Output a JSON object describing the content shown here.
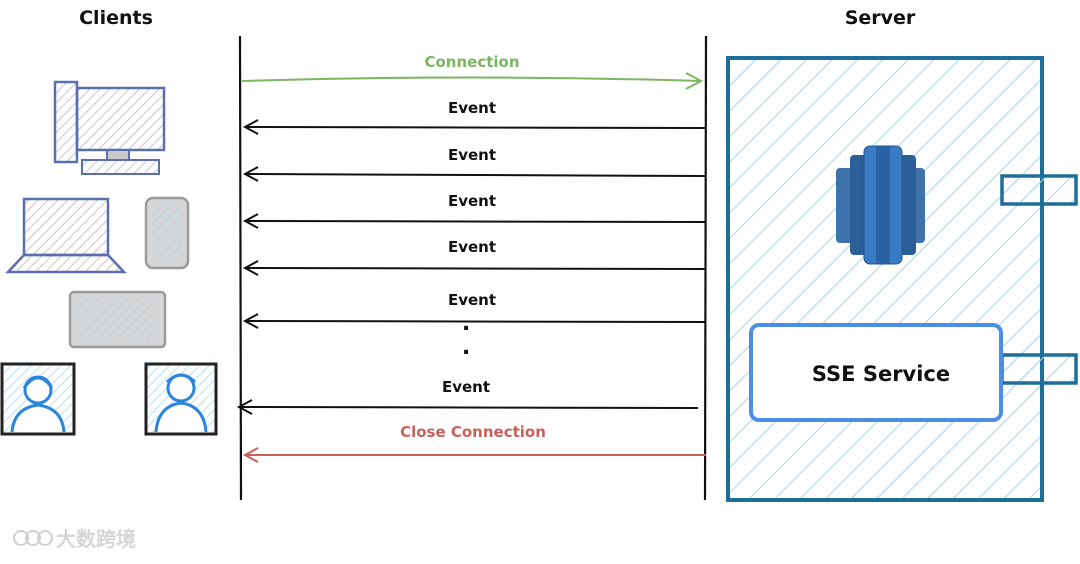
{
  "headers": {
    "clients": "Clients",
    "server": "Server"
  },
  "messages": {
    "connection": "Connection",
    "events": [
      "Event",
      "Event",
      "Event",
      "Event",
      "Event",
      "Event"
    ],
    "ellipsis": [
      ".",
      "."
    ],
    "close": "Close Connection"
  },
  "server": {
    "service_label": "SSE Service",
    "database_icon": "database-cylinders-icon"
  },
  "clients": [
    "desktop-computer-icon",
    "laptop-icon",
    "phone-icon",
    "tablet-icon",
    "user-avatar-icon",
    "user-avatar-icon"
  ],
  "watermark": "大数跨境",
  "colors": {
    "connection": "#7bb661",
    "close": "#c9605a",
    "server_border": "#1d6f98",
    "server_hatch": "#9ccbe6",
    "service_border": "#4a8ee8",
    "client_blue": "#5b6fb0",
    "client_gray": "#9a9a9a",
    "avatar": "#2d86de"
  }
}
